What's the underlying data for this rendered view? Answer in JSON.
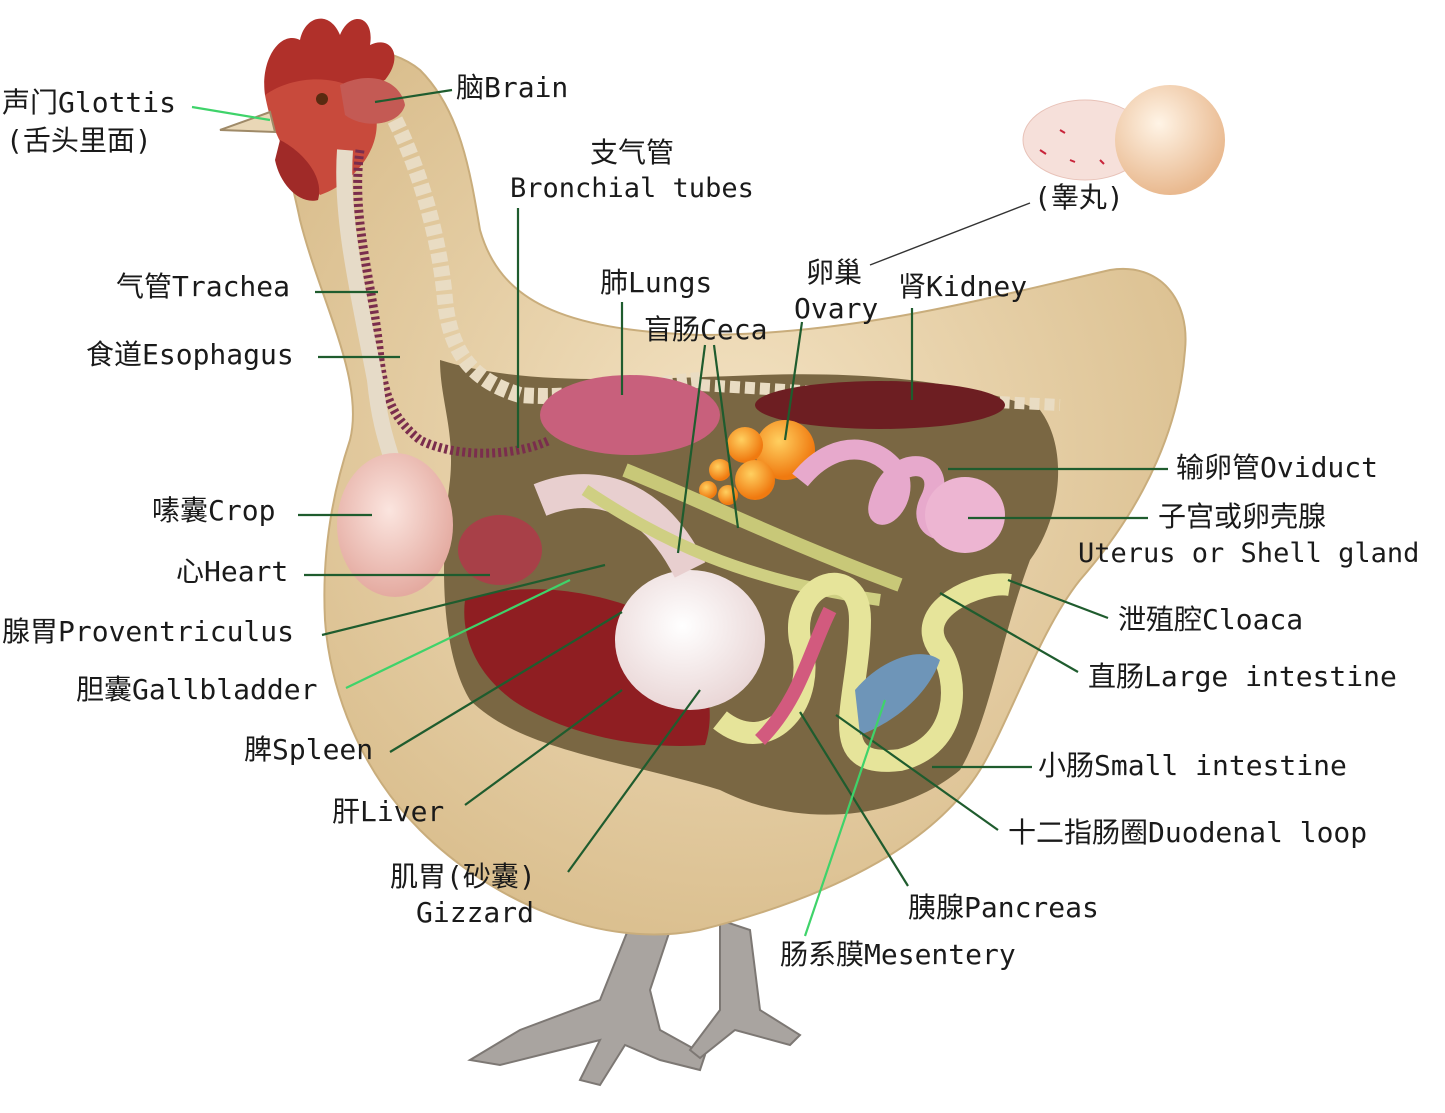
{
  "labels": {
    "glottis": "声门Glottis",
    "glottis_note": "(舌头里面)",
    "brain": "脑Brain",
    "bronchial_cn": "支气管",
    "bronchial_en": "Bronchial tubes",
    "testis": "(睾丸)",
    "ovary_cn": "卵巢",
    "ovary_en": "Ovary",
    "kidney": "肾Kidney",
    "lungs": "肺Lungs",
    "ceca": "盲肠Ceca",
    "trachea": "气管Trachea",
    "esophagus": "食道Esophagus",
    "oviduct": "输卵管Oviduct",
    "uterus_cn": "子宫或卵壳腺",
    "uterus_en": "Uterus or Shell gland",
    "crop": "嗉囊Crop",
    "heart": "心Heart",
    "cloaca": "泄殖腔Cloaca",
    "proventriculus": "腺胃Proventriculus",
    "large_intestine": "直肠Large intestine",
    "gallbladder": "胆囊Gallbladder",
    "spleen": "脾Spleen",
    "small_intestine": "小肠Small intestine",
    "liver": "肝Liver",
    "duodenal_loop": "十二指肠圈Duodenal loop",
    "gizzard_cn": "肌胃(砂囊)",
    "gizzard_en": "Gizzard",
    "pancreas": "胰腺Pancreas",
    "mesentery": "肠系膜Mesentery"
  },
  "colors": {
    "leader": "#1f5c2e",
    "leader_bright": "#3fd36a",
    "feather": "#e9d3ab",
    "cavity": "#7a6743"
  }
}
